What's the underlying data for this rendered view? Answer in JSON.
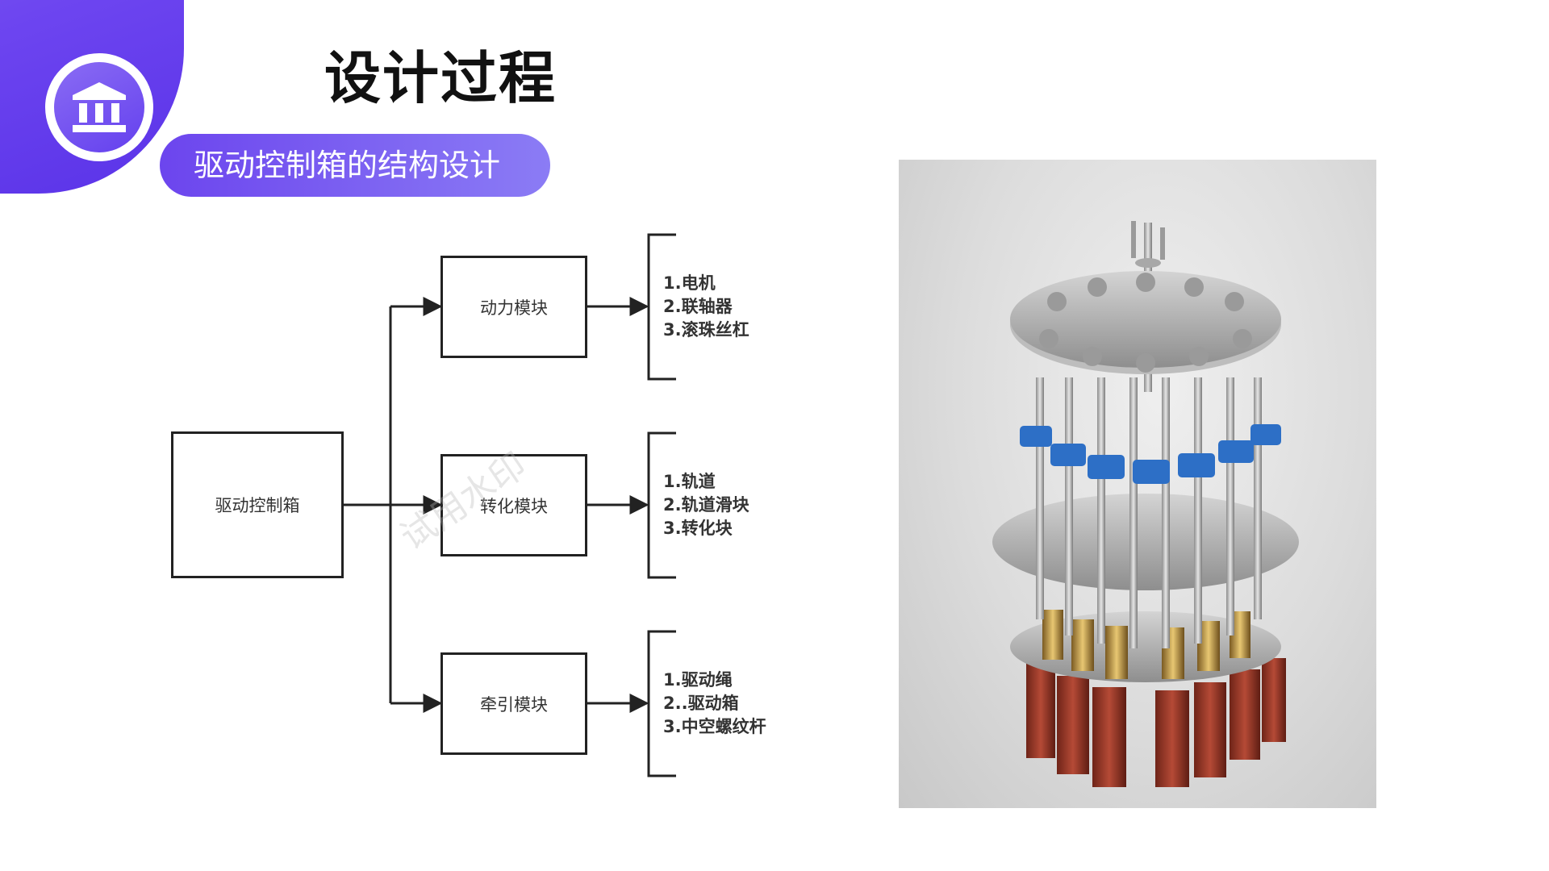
{
  "header": {
    "title": "设计过程",
    "subtitle": "驱动控制箱的结构设计"
  },
  "colors": {
    "accent": "#6d45f0",
    "accent_light": "#8b7cf5",
    "line": "#222222"
  },
  "diagram": {
    "root": "驱动控制箱",
    "modules": [
      {
        "label": "动力模块",
        "items": [
          "1.电机",
          "2.联轴器",
          "3.滚珠丝杠"
        ]
      },
      {
        "label": "转化模块",
        "items": [
          "1.轨道",
          "2.轨道滑块",
          "3.转化块"
        ]
      },
      {
        "label": "牵引模块",
        "items": [
          "1.驱动绳",
          "2..驱动箱",
          "3.中空螺纹杆"
        ]
      }
    ],
    "watermark": "试用水印"
  },
  "image": {
    "icon": "institution-icon",
    "photo": "drive-control-box-render"
  }
}
